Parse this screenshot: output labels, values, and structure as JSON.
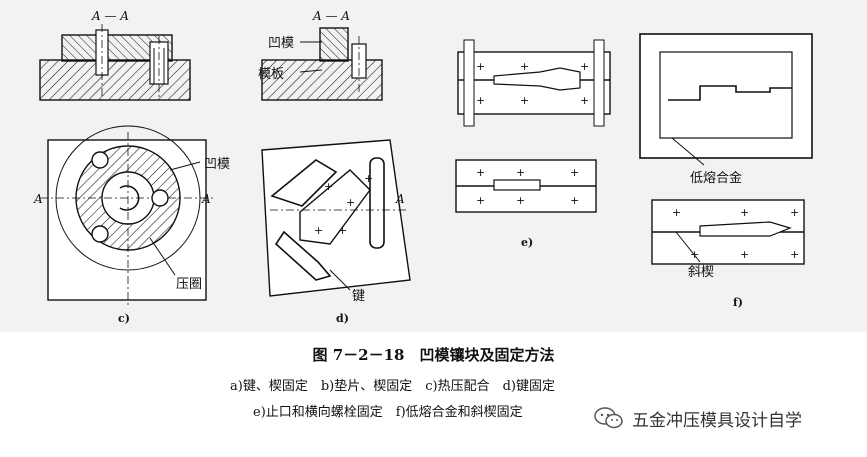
{
  "figure": {
    "sections": {
      "a": {
        "section_mark": "A — A"
      },
      "b": {
        "section_mark": "A — A",
        "label_die": "凹模",
        "label_plate": "模板"
      },
      "c": {
        "axis_left": "A",
        "axis_right": "A",
        "label_die": "凹模",
        "label_ring": "压圈",
        "caption": "c)"
      },
      "d": {
        "axis_mark": "A",
        "label_key": "键",
        "caption": "d)"
      },
      "e": {
        "caption": "e)"
      },
      "f": {
        "label_alloy": "低熔合金",
        "label_wedge": "斜楔",
        "caption": "f)"
      }
    }
  },
  "caption": {
    "title": "图 7－2－18　凹模镶块及固定方法",
    "line1": "a)键、楔固定　b)垫片、楔固定　c)热压配合　d)键固定",
    "line2": "e)止口和横向螺栓固定　f)低熔合金和斜楔固定"
  },
  "watermark": {
    "icon": "wechat-icon",
    "text": "五金冲压模具设计自学"
  }
}
